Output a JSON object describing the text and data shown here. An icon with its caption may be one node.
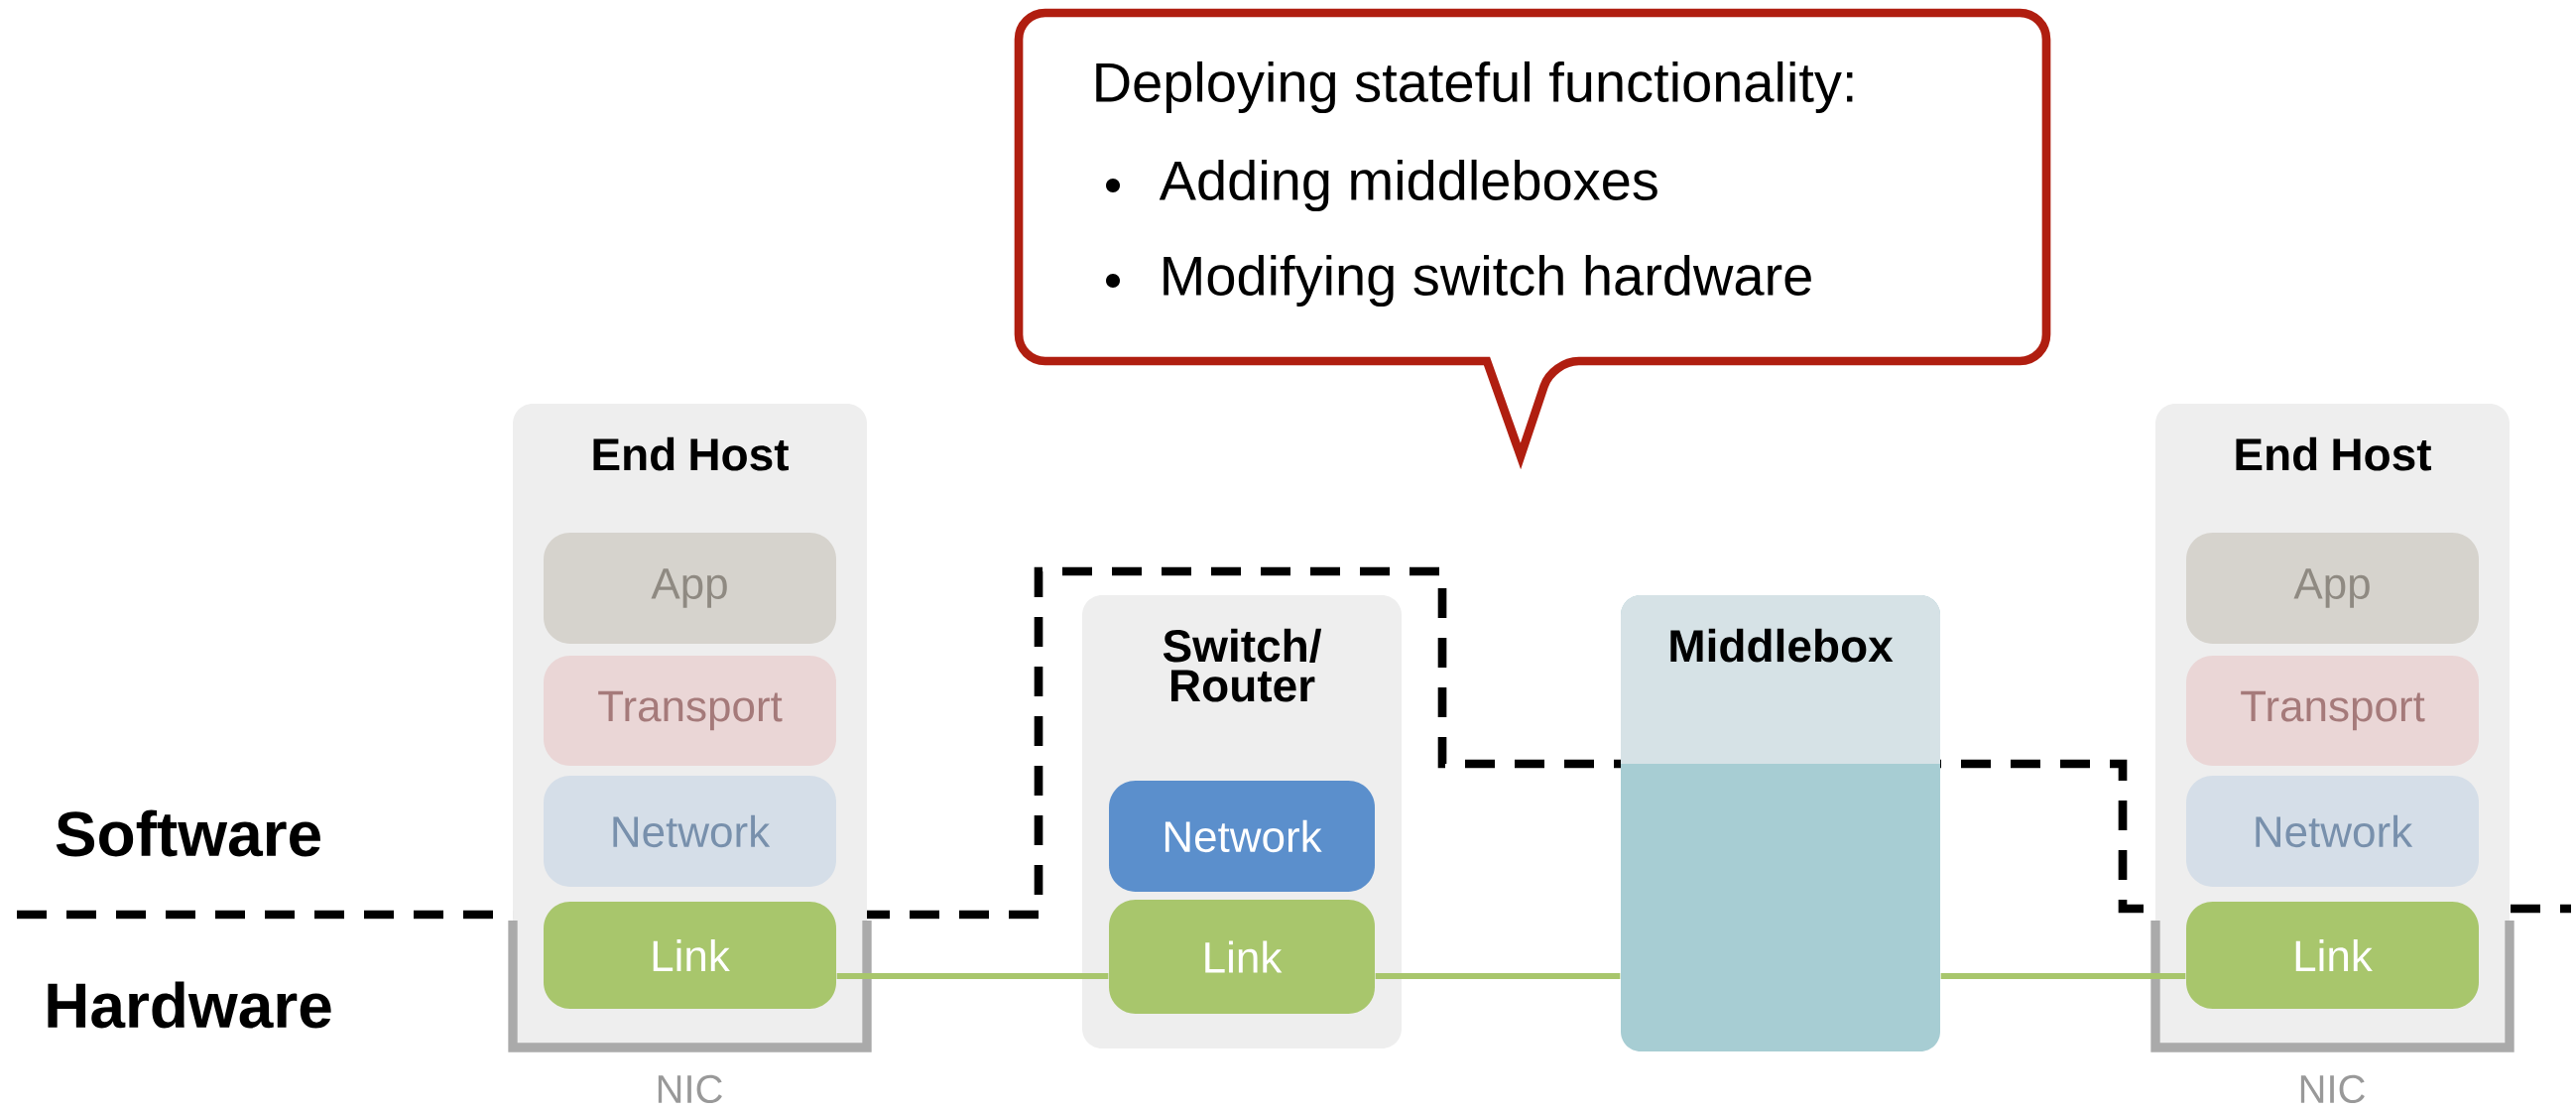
{
  "diagram": {
    "nodes": [
      {
        "text": [
          "End Host"
        ]
      },
      {
        "text": [
          "App"
        ],
        "in": 0
      },
      {
        "text": [
          "Transport"
        ],
        "in": 0
      },
      {
        "text": [
          "Network"
        ],
        "in": 0
      },
      {
        "text": [
          "Link"
        ],
        "in": 0
      },
      {
        "text": [
          "Switch/ Router"
        ]
      },
      {
        "text": [
          "Network"
        ],
        "in": 5
      },
      {
        "text": [
          "Link"
        ],
        "in": 5
      },
      {
        "text": [
          "Middlebox"
        ]
      },
      {
        "text": [
          "End Host"
        ]
      },
      {
        "text": [
          "App"
        ],
        "in": 9
      },
      {
        "text": [
          "Transport"
        ],
        "in": 9
      },
      {
        "text": [
          "Network"
        ],
        "in": 9
      },
      {
        "text": [
          "Link"
        ],
        "in": 9
      },
      {
        "text": [
          "Deploying stateful functionality:",
          "Adding middleboxes",
          "Modifying switch hardware"
        ]
      }
    ],
    "edges": [
      {
        "from": 4,
        "to": 7,
        "arrow": "none"
      },
      {
        "from": 7,
        "to": 8,
        "arrow": "none"
      },
      {
        "from": 8,
        "to": 13,
        "arrow": "none"
      }
    ],
    "labels": [
      "Software",
      "Hardware",
      "NIC",
      "NIC"
    ]
  }
}
